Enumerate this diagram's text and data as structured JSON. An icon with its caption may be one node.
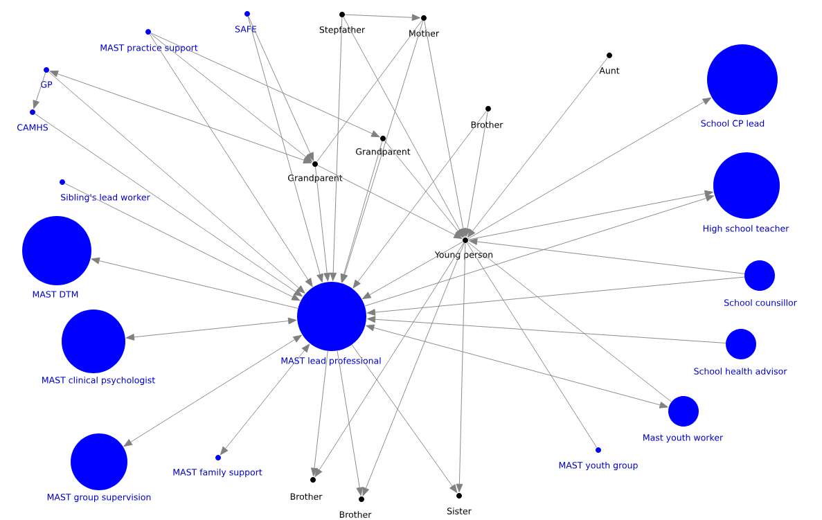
{
  "diagram": {
    "nodes": [
      {
        "text": [
          "SAFE"
        ]
      },
      {
        "text": [
          "MAST practice support"
        ]
      },
      {
        "text": [
          "GP"
        ]
      },
      {
        "text": [
          "CAMHS"
        ]
      },
      {
        "text": [
          "Stepfather"
        ]
      },
      {
        "text": [
          "Mother"
        ]
      },
      {
        "text": [
          "Aunt"
        ]
      },
      {
        "text": [
          "Brother"
        ]
      },
      {
        "text": [
          "Grandparent"
        ]
      },
      {
        "text": [
          "Grandparent"
        ]
      },
      {
        "text": [
          "Sibling's lead worker"
        ]
      },
      {
        "text": [
          "School CP lead"
        ]
      },
      {
        "text": [
          "High school teacher"
        ]
      },
      {
        "text": [
          "Young person"
        ]
      },
      {
        "text": [
          "MAST DTM"
        ]
      },
      {
        "text": [
          "School counsillor"
        ]
      },
      {
        "text": [
          "MAST lead professional"
        ]
      },
      {
        "text": [
          "MAST clinical psychologist"
        ]
      },
      {
        "text": [
          "School health advisor"
        ]
      },
      {
        "text": [
          "Mast youth worker"
        ]
      },
      {
        "text": [
          "MAST youth group"
        ]
      },
      {
        "text": [
          "MAST family support"
        ]
      },
      {
        "text": [
          "MAST group supervision"
        ]
      },
      {
        "text": [
          "Brother"
        ]
      },
      {
        "text": [
          "Brother"
        ]
      },
      {
        "text": [
          "Sister"
        ]
      }
    ],
    "edges": [
      {
        "from": 4,
        "to": 5,
        "arrow": "to"
      },
      {
        "from": 4,
        "to": 16,
        "arrow": "to"
      },
      {
        "from": 4,
        "to": 13,
        "arrow": "to"
      },
      {
        "from": 5,
        "to": 9,
        "arrow": "none"
      },
      {
        "from": 5,
        "to": 16,
        "arrow": "to"
      },
      {
        "from": 5,
        "to": 13,
        "arrow": "to"
      },
      {
        "from": 6,
        "to": 13,
        "arrow": "to"
      },
      {
        "from": 7,
        "to": 13,
        "arrow": "to"
      },
      {
        "from": 7,
        "to": 16,
        "arrow": "to"
      },
      {
        "from": 8,
        "to": 13,
        "arrow": "to"
      },
      {
        "from": 8,
        "to": 16,
        "arrow": "to"
      },
      {
        "from": 9,
        "to": 13,
        "arrow": "to"
      },
      {
        "from": 9,
        "to": 16,
        "arrow": "to"
      },
      {
        "from": 0,
        "to": 16,
        "arrow": "to"
      },
      {
        "from": 0,
        "to": 9,
        "arrow": "to"
      },
      {
        "from": 1,
        "to": 8,
        "arrow": "to"
      },
      {
        "from": 1,
        "to": 16,
        "arrow": "to"
      },
      {
        "from": 1,
        "to": 9,
        "arrow": "to"
      },
      {
        "from": 2,
        "to": 9,
        "arrow": "both"
      },
      {
        "from": 2,
        "to": 3,
        "arrow": "to"
      },
      {
        "from": 2,
        "to": 16,
        "arrow": "to"
      },
      {
        "from": 3,
        "to": 16,
        "arrow": "to"
      },
      {
        "from": 10,
        "to": 16,
        "arrow": "to"
      },
      {
        "from": 16,
        "to": 14,
        "arrow": "to"
      },
      {
        "from": 16,
        "to": 17,
        "arrow": "both"
      },
      {
        "from": 16,
        "to": 22,
        "arrow": "both"
      },
      {
        "from": 16,
        "to": 21,
        "arrow": "both"
      },
      {
        "from": 16,
        "to": 23,
        "arrow": "to"
      },
      {
        "from": 16,
        "to": 24,
        "arrow": "to"
      },
      {
        "from": 16,
        "to": 25,
        "arrow": "to"
      },
      {
        "from": 13,
        "to": 23,
        "arrow": "to"
      },
      {
        "from": 13,
        "to": 24,
        "arrow": "to"
      },
      {
        "from": 13,
        "to": 25,
        "arrow": "to"
      },
      {
        "from": 13,
        "to": 16,
        "arrow": "to"
      },
      {
        "from": 13,
        "to": 11,
        "arrow": "to"
      },
      {
        "from": 13,
        "to": 12,
        "arrow": "to"
      },
      {
        "from": 16,
        "to": 12,
        "arrow": "to"
      },
      {
        "from": 15,
        "to": 13,
        "arrow": "to"
      },
      {
        "from": 15,
        "to": 16,
        "arrow": "to"
      },
      {
        "from": 18,
        "to": 16,
        "arrow": "to"
      },
      {
        "from": 16,
        "to": 19,
        "arrow": "both"
      },
      {
        "from": 13,
        "to": 19,
        "arrow": "none"
      },
      {
        "from": 13,
        "to": 20,
        "arrow": "none"
      }
    ]
  }
}
